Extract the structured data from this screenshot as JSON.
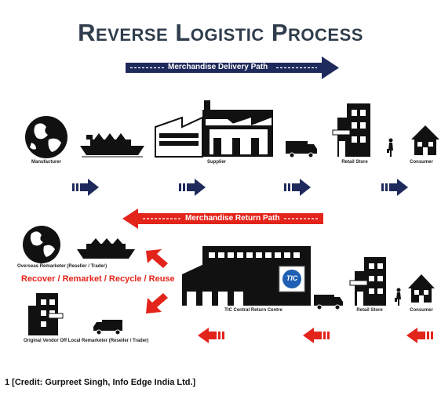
{
  "title": "Reverse Logistic Process",
  "delivery_path_label": "Merchandise Delivery Path",
  "return_path_label": "Merchandise Return Path",
  "recover_text": "Recover / Remarket / Recycle / Reuse",
  "labels": {
    "manufacturer": "Manufacturer",
    "supplier": "Supplier",
    "retail_store_top": "Retail Store",
    "consumer_top": "Consumer",
    "overseas": "Overseas Remarketer (Reseller / Trader)",
    "tic": "TIC Central Return Centre",
    "retail_store_bottom": "Retail Store",
    "consumer_bottom": "Consumer",
    "original_vendor": "Original Vendor Off Local Remarketer (Reseller / Trader)"
  },
  "tic_badge": "TIC",
  "credit": "1 [Credit: Gurpreet Singh, Info Edge India Ltd.]",
  "colors": {
    "navy": "#1f2a5c",
    "red": "#e3241b",
    "title": "#2f3d4c",
    "black": "#111111"
  }
}
